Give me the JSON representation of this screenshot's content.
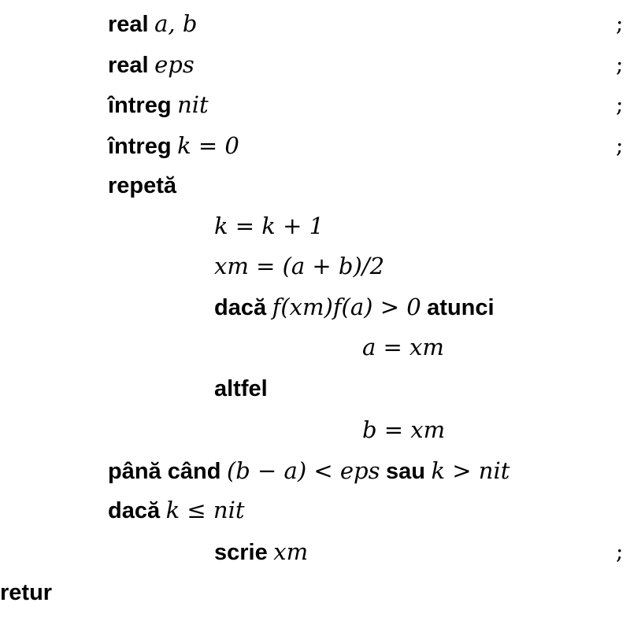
{
  "lines": [
    {
      "keyword": "real",
      "expr": "a, b",
      "terminator": ";"
    },
    {
      "keyword": "real",
      "expr": "eps",
      "terminator": ";"
    },
    {
      "keyword": "întreg",
      "expr": "nit",
      "terminator": ";"
    },
    {
      "keyword": "întreg",
      "expr": "k = 0",
      "terminator": ";"
    },
    {
      "keyword": "repetă"
    },
    {
      "expr": "k = k + 1"
    },
    {
      "expr": "xm = (a + b)/2"
    },
    {
      "keyword": "dacă",
      "expr": "f(xm)f(a) > 0",
      "keyword2": "atunci"
    },
    {
      "expr": "a = xm"
    },
    {
      "keyword": "altfel"
    },
    {
      "expr": "b = xm"
    },
    {
      "keyword": "până când",
      "expr": "(b − a) < eps",
      "keyword2": "sau",
      "expr2": "k > nit"
    },
    {
      "keyword": "dacă",
      "expr": "k ≤ nit"
    },
    {
      "keyword": "scrie",
      "expr": "xm",
      "terminator": ";"
    },
    {
      "keyword": "retur"
    }
  ]
}
